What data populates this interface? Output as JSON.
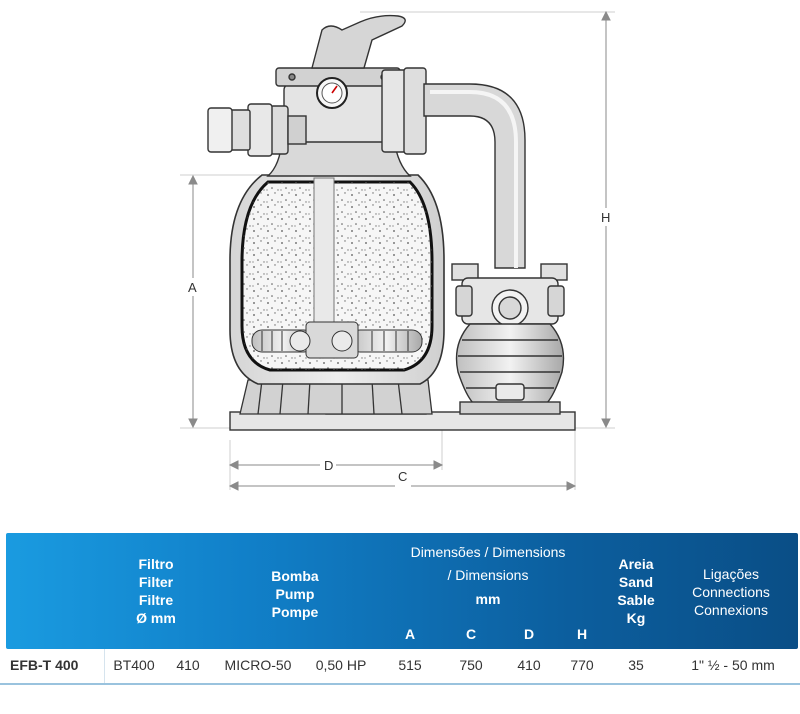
{
  "diagram": {
    "dim_labels": {
      "a": "A",
      "h": "H",
      "d": "D",
      "c": "C"
    }
  },
  "table": {
    "headers": {
      "filter": [
        "Filtro",
        "Filter",
        "Filtre",
        "Ø mm"
      ],
      "pump": [
        "Bomba",
        "Pump",
        "Pompe"
      ],
      "dimensions_line1": "Dimensões / Dimensions",
      "dimensions_line2": "/ Dimensions",
      "dimensions_unit": "mm",
      "dim_cols": [
        "A",
        "C",
        "D",
        "H"
      ],
      "sand": [
        "Areia",
        "Sand",
        "Sable",
        "Kg"
      ],
      "connections": [
        "Ligações",
        "Connections",
        "Connexions"
      ]
    },
    "row": {
      "model": "EFB-T 400",
      "filter_model": "BT400",
      "filter_diameter": "410",
      "pump_model": "MICRO-50",
      "pump_power": "0,50 HP",
      "dim_a": "515",
      "dim_c": "750",
      "dim_d": "410",
      "dim_h": "770",
      "sand_kg": "35",
      "connections": "1\" ½ - 50 mm"
    }
  }
}
